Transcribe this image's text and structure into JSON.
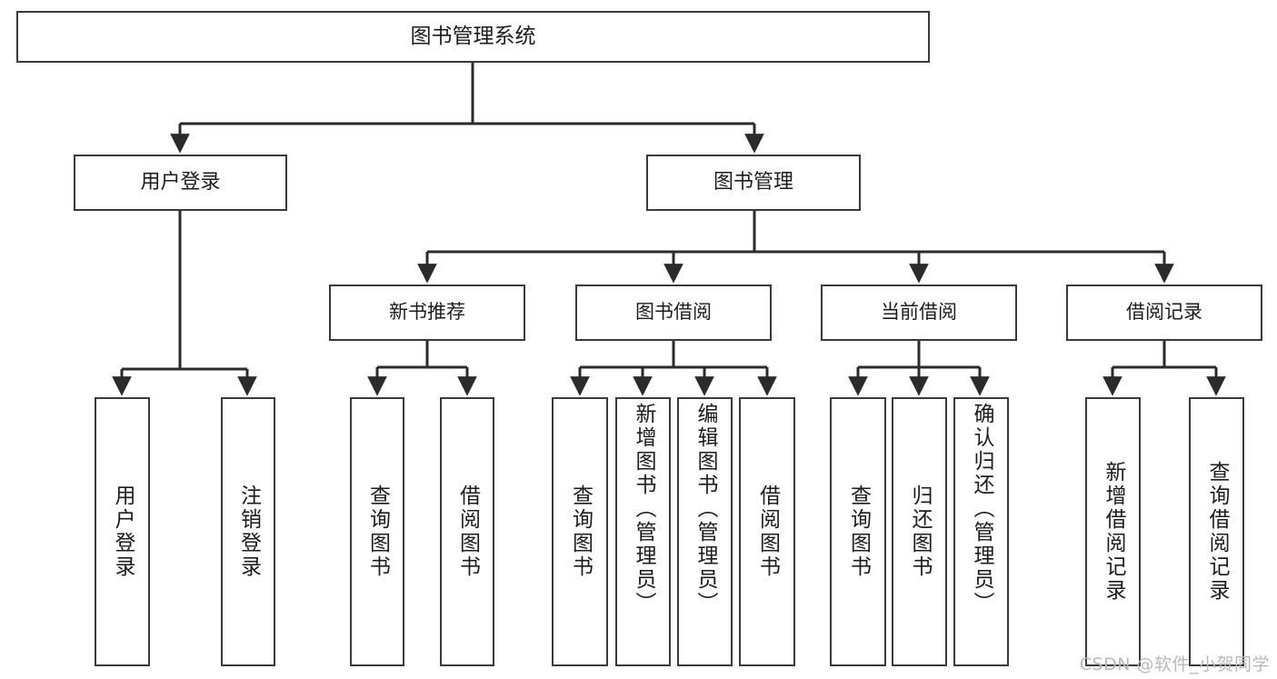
{
  "diagram": {
    "title": "图书管理系统",
    "watermark": "CSDN @软件_小贺同学",
    "colors": {
      "box_border": "#3a3a3a",
      "box_fill": "#ffffff",
      "edge": "#2b2b2b",
      "text": "#1c1c1c",
      "watermark": "#b9b9b9",
      "background": "#ffffff"
    },
    "root": {
      "label": "图书管理系统"
    },
    "level2": [
      {
        "label": "用户登录"
      },
      {
        "label": "图书管理"
      }
    ],
    "level3": [
      {
        "label": "新书推荐"
      },
      {
        "label": "图书借阅"
      },
      {
        "label": "当前借阅"
      },
      {
        "label": "借阅记录"
      }
    ],
    "leaves": {
      "user_login": [
        {
          "label": "用户登录"
        },
        {
          "label": "注销登录"
        }
      ],
      "new_book_recommend": [
        {
          "label": "查询图书"
        },
        {
          "label": "借阅图书"
        }
      ],
      "book_borrow": [
        {
          "label": "查询图书"
        },
        {
          "label": "新增图书（管理员）"
        },
        {
          "label": "编辑图书（管理员）"
        },
        {
          "label": "借阅图书"
        }
      ],
      "current_borrow": [
        {
          "label": "查询图书"
        },
        {
          "label": "归还图书"
        },
        {
          "label": "确认归还（管理员）"
        }
      ],
      "borrow_record": [
        {
          "label": "新增借阅记录"
        },
        {
          "label": "查询借阅记录"
        }
      ]
    }
  }
}
